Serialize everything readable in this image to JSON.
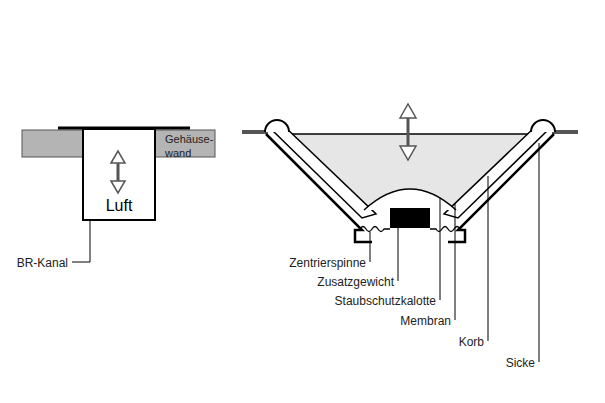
{
  "diagram": {
    "nodes": [
      {
        "text": [
          "Luft"
        ]
      }
    ],
    "labels": [
      "Gehäuse- wand",
      "BR-Kanal",
      "Zentrierspinne",
      "Zusatzgewicht",
      "Staubschutzkalotte",
      "Membran",
      "Korb",
      "Sicke"
    ]
  }
}
